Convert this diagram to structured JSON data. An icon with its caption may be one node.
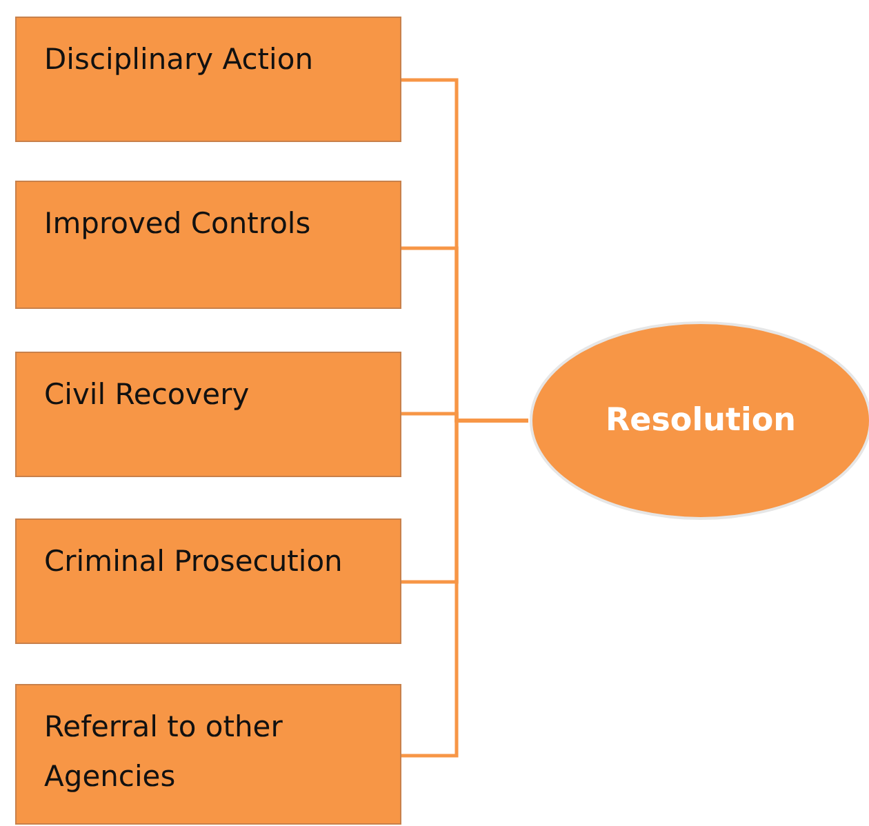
{
  "diagram": {
    "nodes": [
      {
        "text": [
          "Disciplinary Action"
        ]
      },
      {
        "text": [
          "Improved Controls"
        ]
      },
      {
        "text": [
          "Civil Recovery"
        ]
      },
      {
        "text": [
          "Criminal Prosecution"
        ]
      },
      {
        "text": [
          "Referral to other Agencies"
        ]
      },
      {
        "text": [
          "Resolution"
        ]
      }
    ],
    "edges": [
      {
        "from": 0,
        "to": 5,
        "arrow": "none"
      },
      {
        "from": 1,
        "to": 5,
        "arrow": "none"
      },
      {
        "from": 2,
        "to": 5,
        "arrow": "none"
      },
      {
        "from": 3,
        "to": 5,
        "arrow": "none"
      },
      {
        "from": 4,
        "to": 5,
        "arrow": "none"
      }
    ]
  }
}
